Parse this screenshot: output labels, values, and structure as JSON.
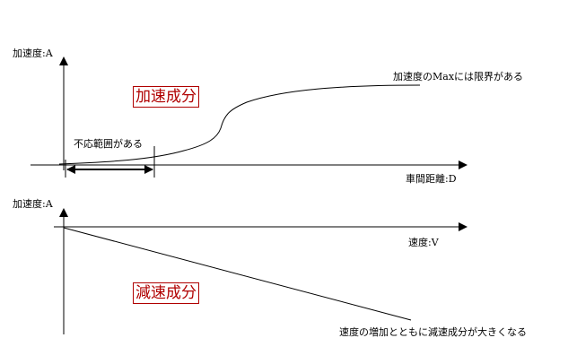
{
  "top_chart": {
    "y_axis_label": "加速度:A",
    "x_axis_label": "車間距離:D",
    "component_label": "加速成分",
    "max_annotation": "加速度のMaxには限界がある",
    "dead_zone_annotation": "不応範囲がある"
  },
  "bottom_chart": {
    "y_axis_label": "加速度:A",
    "x_axis_label": "速度:V",
    "component_label": "減速成分",
    "trend_annotation": "速度の増加とともに減速成分が大きくなる"
  },
  "colors": {
    "line": "#000000",
    "component_label": "#b00000",
    "background": "#ffffff"
  }
}
